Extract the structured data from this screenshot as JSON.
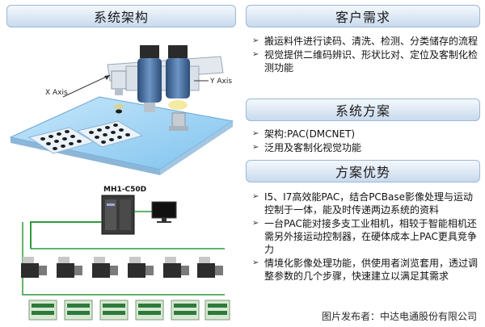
{
  "left_panel": {
    "title": "系统架构"
  },
  "diagram": {
    "x_axis_label": "X Axis",
    "y_axis_label": "Y Axis",
    "controller_label": "MH1-C50D"
  },
  "right_panel": {
    "sections": [
      {
        "title": "客户需求",
        "bullets": [
          "搬运料件进行读码、清洗、检测、分类储存的流程",
          "视觉提供二维码辨识、形状比对、定位及客制化检测功能"
        ]
      },
      {
        "title": "系统方案",
        "bullets": [
          "架构:PAC(DMCNET)",
          "泛用及客制化视觉功能"
        ]
      },
      {
        "title": "方案优势",
        "bullets": [
          "I5、I7高效能PAC，结合PCBase影像处理与运动控制于一体，能及时传递两边系统的资料",
          "一台PAC能对接多支工业相机，相较于智能相机还需另外接运动控制器，在硬体成本上PAC更具竞争力",
          "情境化影像处理功能，供使用者浏览套用，透过调整参数的几个步骤，快速建立以满足其需求"
        ]
      }
    ]
  },
  "watermark": "图片发布者：中达电通股份有限公司",
  "colors": {
    "accent_blue": "#2f7fd1",
    "green_line": "#2e9a3a",
    "panel_border": "#9db7d5"
  }
}
